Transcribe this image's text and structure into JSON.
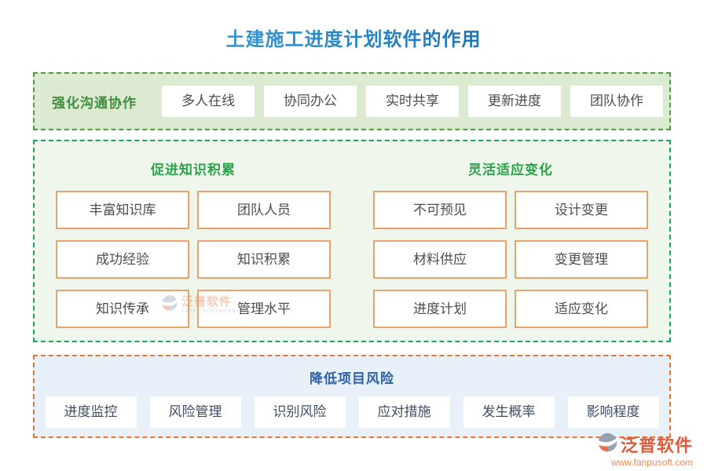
{
  "title": "土建施工进度计划软件的作用",
  "sections": {
    "communication": {
      "label": "强化沟通协作",
      "buttons": [
        "多人在线",
        "协同办公",
        "实时共享",
        "更新进度",
        "团队协作"
      ]
    },
    "knowledge": {
      "heading": "促进知识积累",
      "buttons": [
        "丰富知识库",
        "团队人员",
        "成功经验",
        "知识积累",
        "知识传承",
        "管理水平"
      ]
    },
    "adaptation": {
      "heading": "灵活适应变化",
      "buttons": [
        "不可预见",
        "设计变更",
        "材料供应",
        "变更管理",
        "进度计划",
        "适应变化"
      ]
    },
    "risk": {
      "heading": "降低项目风险",
      "buttons": [
        "进度监控",
        "风险管理",
        "识别风险",
        "应对措施",
        "发生概率",
        "影响程度"
      ]
    }
  },
  "watermark": {
    "brand": "泛普软件",
    "sub": "FANPU SOFTWARE"
  },
  "footer": {
    "brand": "泛普软件",
    "url": "www.fanpusoft.com"
  },
  "colors": {
    "title_blue_start": "#3aa6da",
    "title_blue_end": "#1565b0",
    "comm_bg": "#dcead2",
    "comm_border": "#4f9a44",
    "comm_label": "#3f8e3e",
    "mid_bg": "#eff6ec",
    "mid_border": "#1aa35d",
    "mid_heading": "#2ba24a",
    "orange_button_border": "#e8a26b",
    "risk_bg": "#e8f1fa",
    "risk_border": "#e6762f",
    "risk_heading": "#2d5fa8",
    "risk_button_text": "#3d4e63",
    "brand_red": "#e05a3a",
    "brand_url_orange": "#ef8c52"
  }
}
